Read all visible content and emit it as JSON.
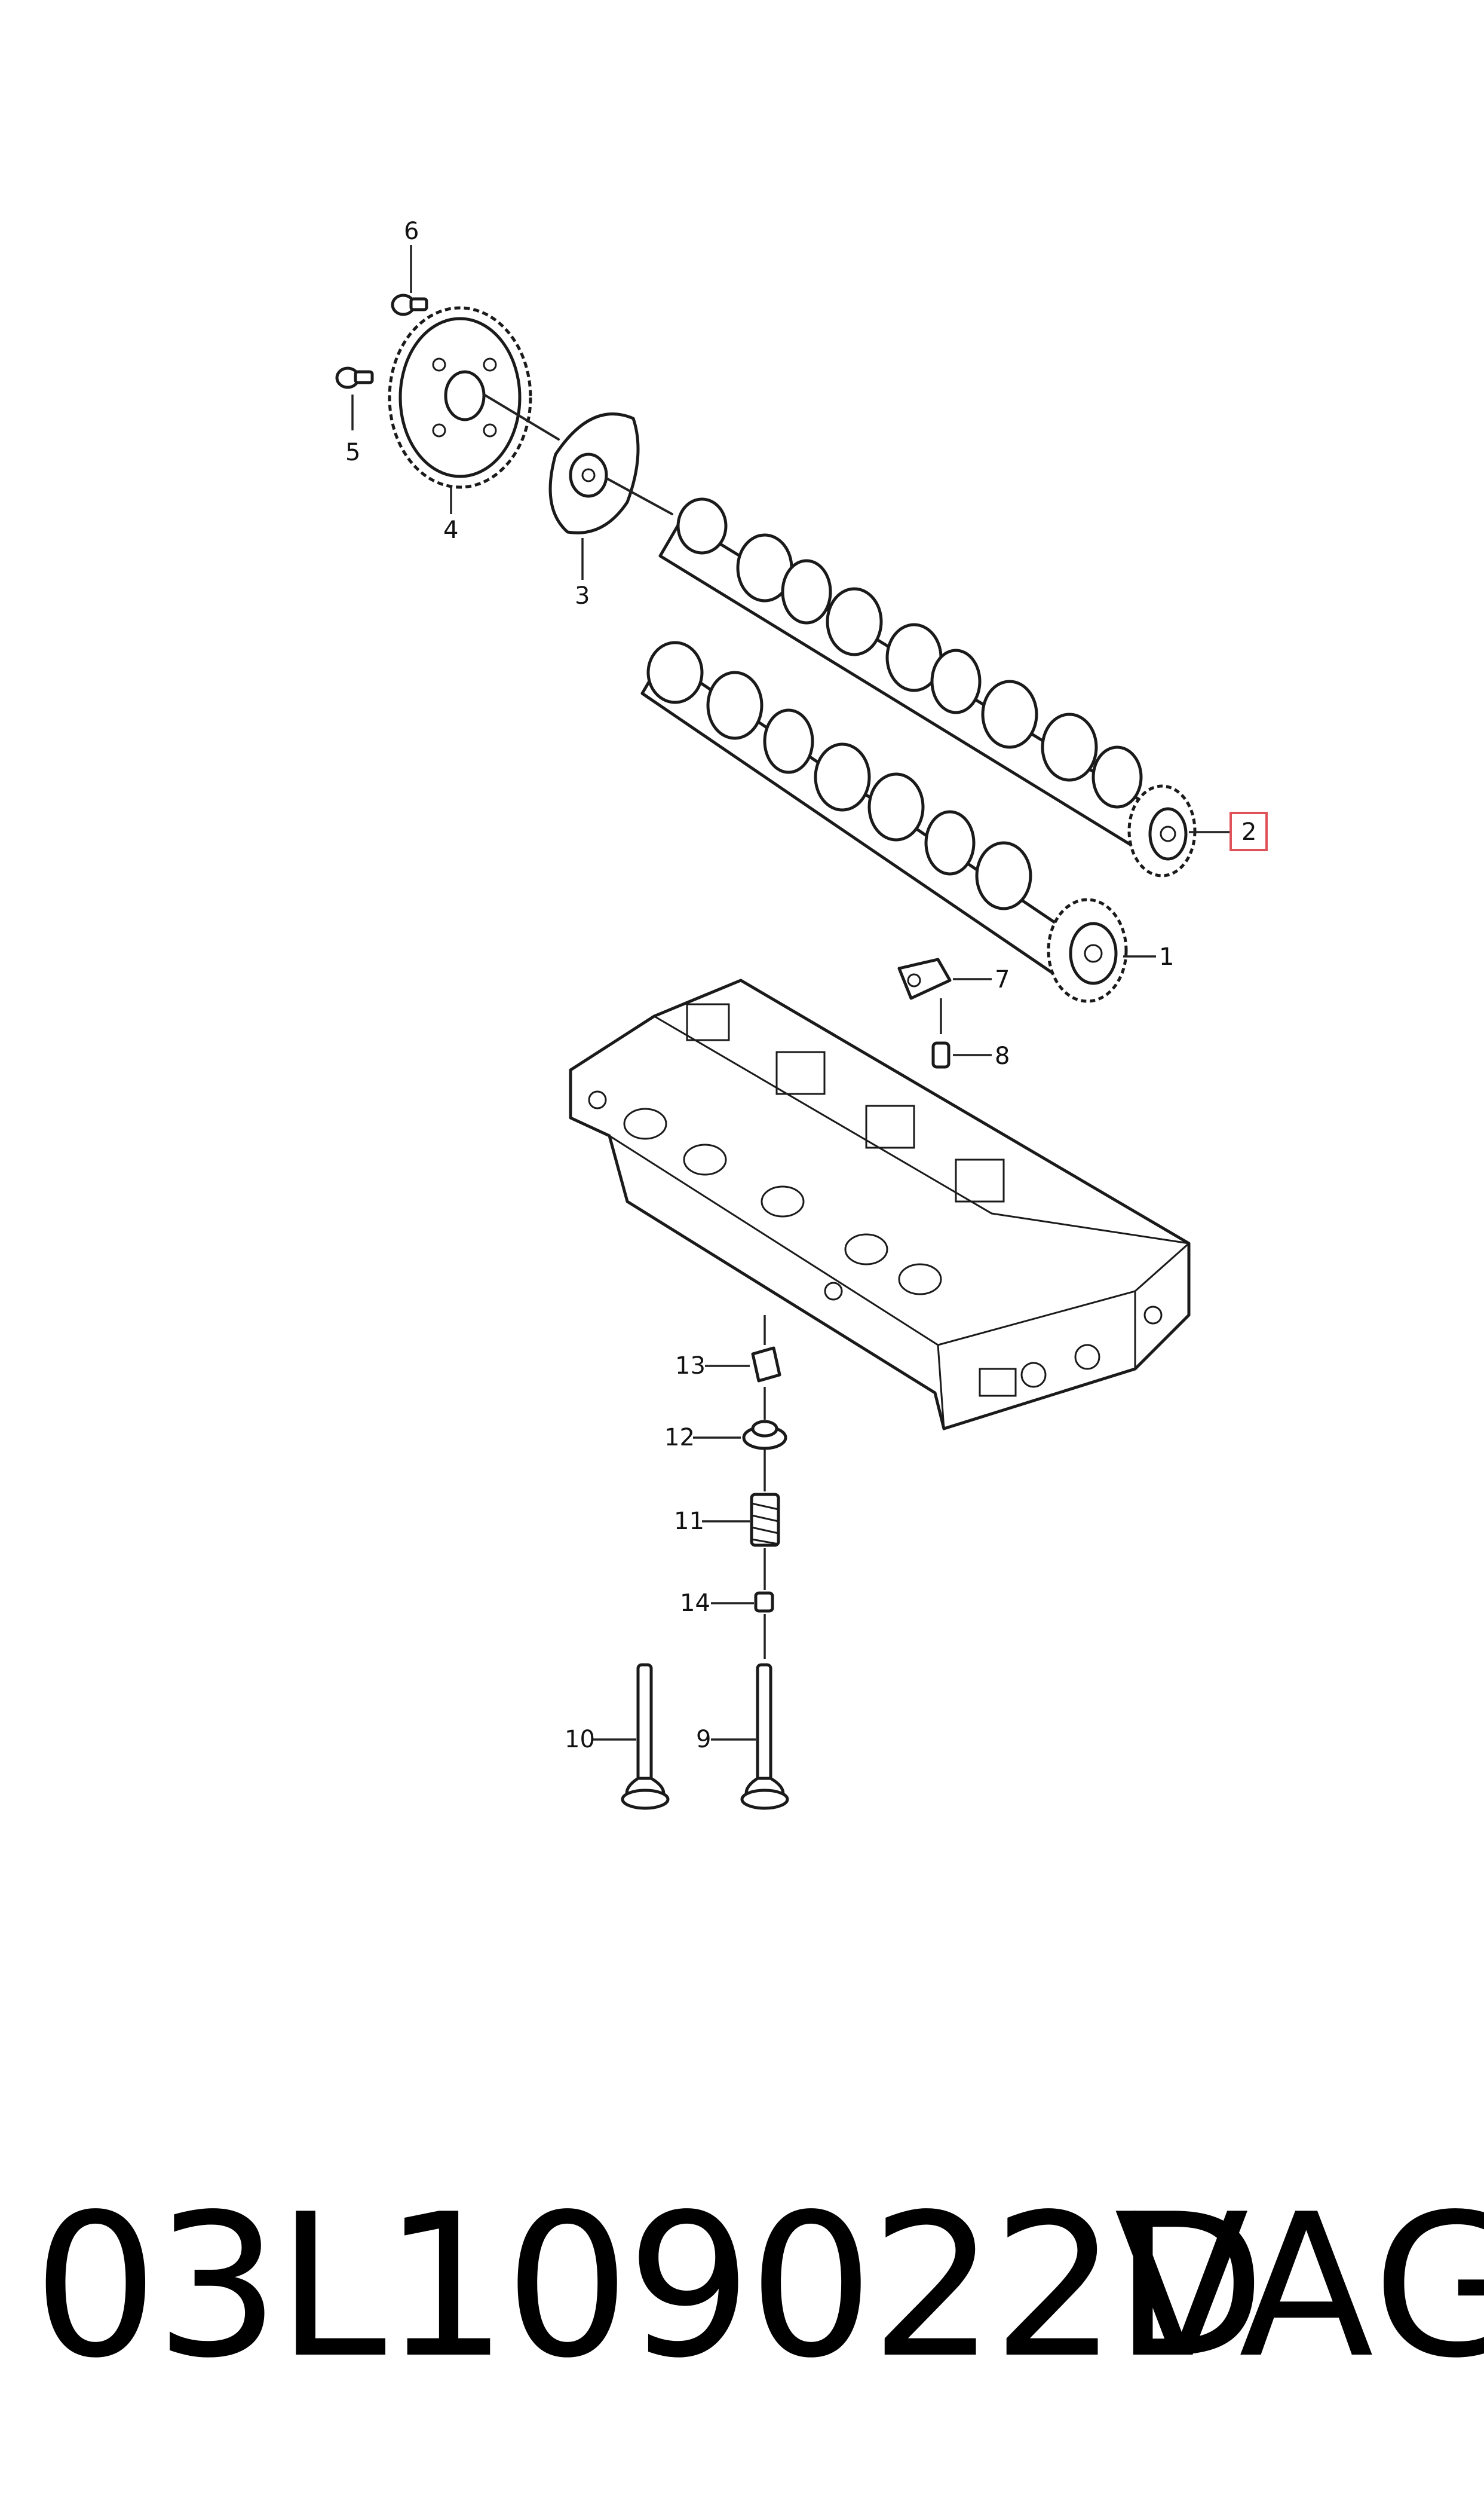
{
  "diagram": {
    "callouts": [
      {
        "id": "1",
        "label": "1"
      },
      {
        "id": "2",
        "label": "2",
        "highlighted": true
      },
      {
        "id": "3",
        "label": "3"
      },
      {
        "id": "4",
        "label": "4"
      },
      {
        "id": "5",
        "label": "5"
      },
      {
        "id": "6",
        "label": "6"
      },
      {
        "id": "7",
        "label": "7"
      },
      {
        "id": "8",
        "label": "8"
      },
      {
        "id": "9",
        "label": "9"
      },
      {
        "id": "10",
        "label": "10"
      },
      {
        "id": "11",
        "label": "11"
      },
      {
        "id": "12",
        "label": "12"
      },
      {
        "id": "13",
        "label": "13"
      },
      {
        "id": "14",
        "label": "14"
      }
    ],
    "highlight_color": "#e0525a"
  },
  "caption": {
    "part_number": "03L109022D",
    "brand": "VAG"
  }
}
